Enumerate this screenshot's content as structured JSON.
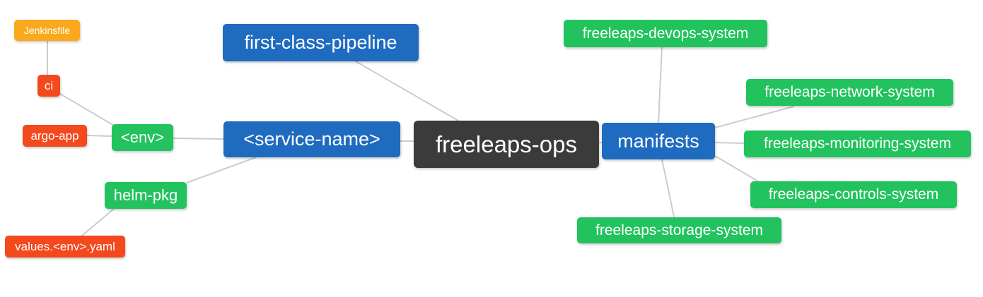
{
  "diagram": {
    "type": "mindmap",
    "background": "#ffffff",
    "edge_color": "#cccccc",
    "colors": {
      "root": "#3b3b3b",
      "branch_blue": "#1e6bc0",
      "leaf_green": "#22c35e",
      "leaf_red": "#f4481d",
      "leaf_orange": "#faa91e",
      "text": "#ffffff"
    },
    "nodes": {
      "root": {
        "label": "freeleaps-ops",
        "color": "#3b3b3b"
      },
      "first_class_pipeline": {
        "label": "first-class-pipeline",
        "color": "#1e6bc0"
      },
      "service_name": {
        "label": "<service-name>",
        "color": "#1e6bc0"
      },
      "manifests": {
        "label": "manifests",
        "color": "#1e6bc0"
      },
      "env": {
        "label": "<env>",
        "color": "#22c35e"
      },
      "helm_pkg": {
        "label": "helm-pkg",
        "color": "#22c35e"
      },
      "jenkinsfile": {
        "label": "Jenkinsfile",
        "color": "#faa91e"
      },
      "ci": {
        "label": "ci",
        "color": "#f4481d"
      },
      "argo_app": {
        "label": "argo-app",
        "color": "#f4481d"
      },
      "values_env_yaml": {
        "label": "values.<env>.yaml",
        "color": "#f4481d"
      },
      "devops_system": {
        "label": "freeleaps-devops-system",
        "color": "#22c35e"
      },
      "network_system": {
        "label": "freeleaps-network-system",
        "color": "#22c35e"
      },
      "monitoring_system": {
        "label": "freeleaps-monitoring-system",
        "color": "#22c35e"
      },
      "controls_system": {
        "label": "freeleaps-controls-system",
        "color": "#22c35e"
      },
      "storage_system": {
        "label": "freeleaps-storage-system",
        "color": "#22c35e"
      }
    },
    "edges": [
      {
        "from": "jenkinsfile",
        "to": "ci"
      },
      {
        "from": "ci",
        "to": "env"
      },
      {
        "from": "argo_app",
        "to": "env"
      },
      {
        "from": "env",
        "to": "service_name"
      },
      {
        "from": "helm_pkg",
        "to": "service_name"
      },
      {
        "from": "values_env_yaml",
        "to": "helm_pkg"
      },
      {
        "from": "first_class_pipeline",
        "to": "root"
      },
      {
        "from": "service_name",
        "to": "root"
      },
      {
        "from": "root",
        "to": "manifests"
      },
      {
        "from": "manifests",
        "to": "devops_system"
      },
      {
        "from": "manifests",
        "to": "network_system"
      },
      {
        "from": "manifests",
        "to": "monitoring_system"
      },
      {
        "from": "manifests",
        "to": "controls_system"
      },
      {
        "from": "manifests",
        "to": "storage_system"
      }
    ]
  }
}
